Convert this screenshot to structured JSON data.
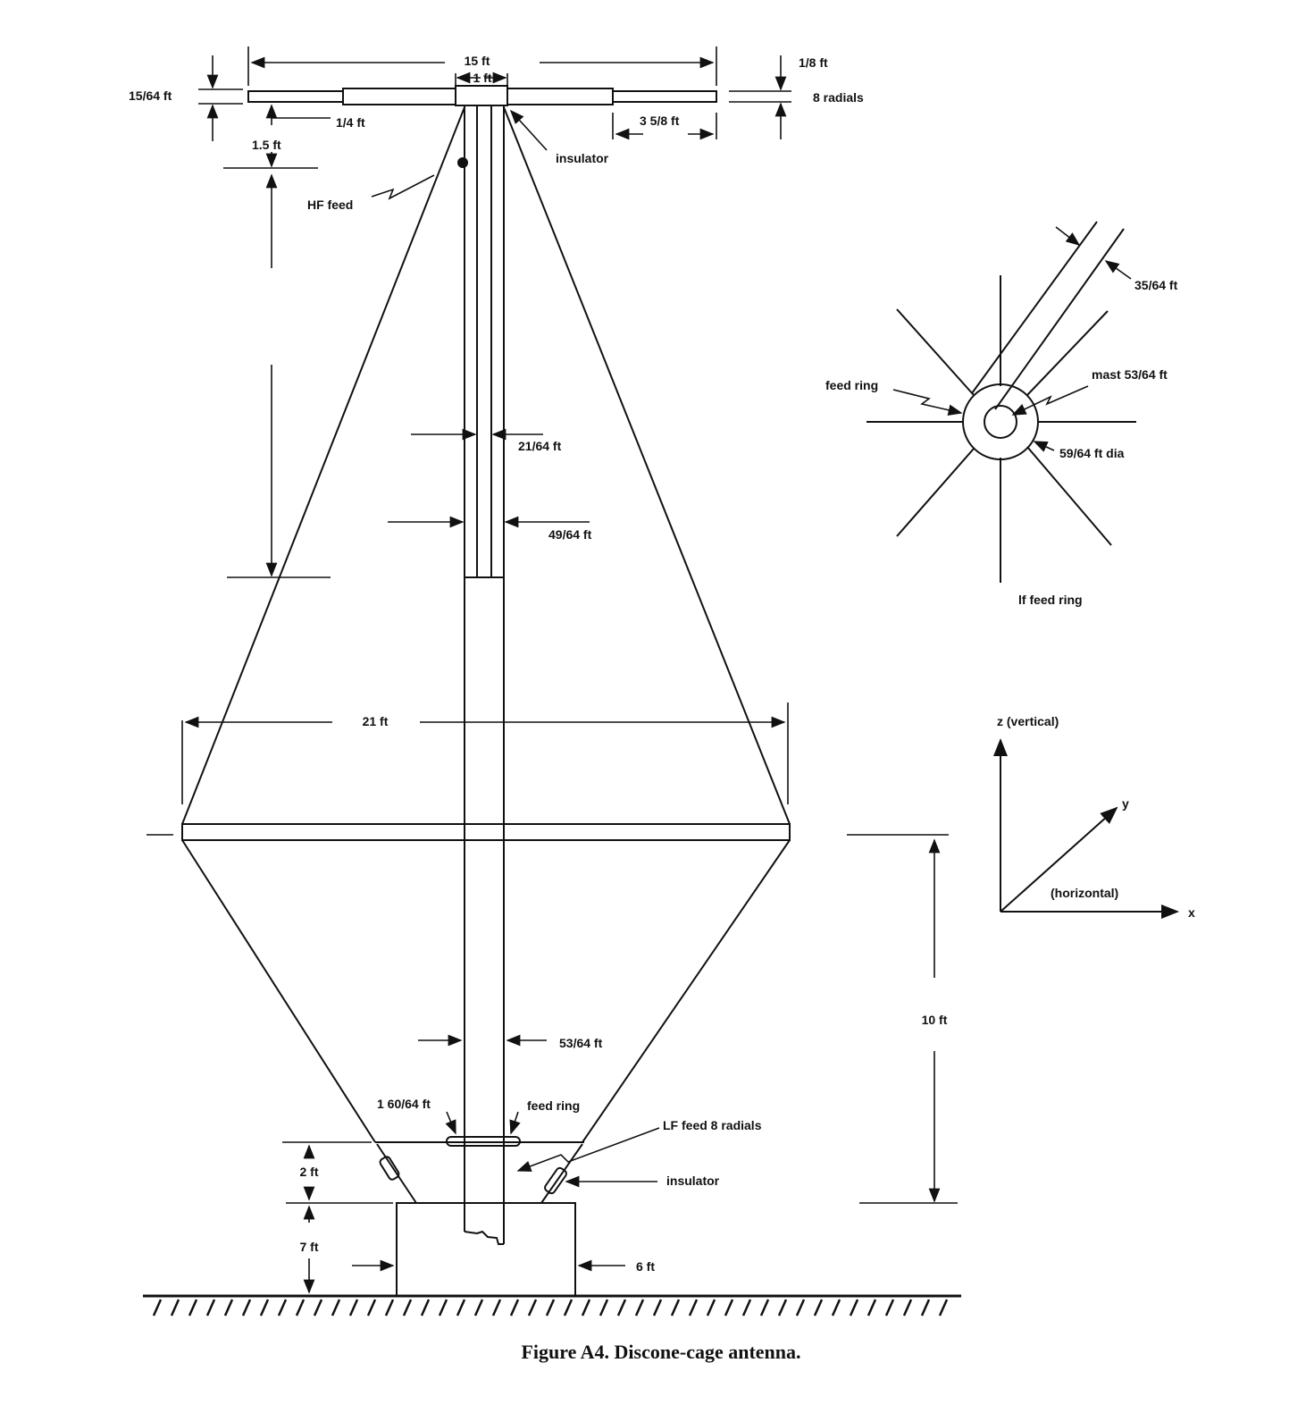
{
  "diagram": {
    "labels": {
      "top_span": "15 ft",
      "hub_width": "1 ft",
      "radial_tip": "1/8 ft",
      "radials_count": "8 radials",
      "left_thickness": "15/64 ft",
      "hub_gap": "1/4 ft",
      "tip_length": "3 5/8 ft",
      "top_height": "1.5 ft",
      "insulator_top": "insulator",
      "hf_feed": "HF feed",
      "inner_mast": "21/64 ft",
      "outer_mast": "49/64 ft",
      "cage_span": "21 ft",
      "mast_dia": "53/64 ft",
      "ring_dim": "1 60/64 ft",
      "feed_ring": "feed ring",
      "lf_feed": "LF feed 8 radials",
      "insulator_bottom": "insulator",
      "base_gap": "2 ft",
      "base_height": "7 ft",
      "base_width": "6 ft",
      "cage_height": "10 ft"
    },
    "top_view": {
      "radial_width": "35/64 ft",
      "feed_ring": "feed ring",
      "mast": "mast 53/64 ft",
      "ring_dia": "59/64 ft dia",
      "title": "lf feed ring"
    },
    "axes": {
      "z": "z (vertical)",
      "y": "y",
      "horizontal": "(horizontal)",
      "x": "x"
    },
    "caption": "Figure A4. Discone-cage antenna."
  }
}
